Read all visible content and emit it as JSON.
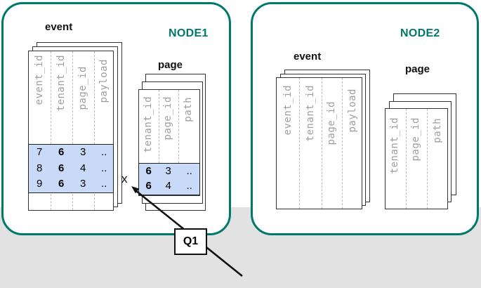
{
  "node1": {
    "title": "NODE1",
    "event_table": {
      "label": "event",
      "columns": [
        "event_id",
        "tenant_id",
        "page_id",
        "payload"
      ],
      "rows": [
        [
          "7",
          "6",
          "3",
          ".."
        ],
        [
          "8",
          "6",
          "4",
          ".."
        ],
        [
          "9",
          "6",
          "3",
          ".."
        ]
      ]
    },
    "page_table": {
      "label": "page",
      "columns": [
        "tenant_id",
        "page_id",
        "path"
      ],
      "rows": [
        [
          "6",
          "3",
          ".."
        ],
        [
          "6",
          "4",
          ".."
        ]
      ]
    },
    "join_marker": "x"
  },
  "node2": {
    "title": "NODE2",
    "event_table": {
      "label": "event",
      "columns": [
        "event_id",
        "tenant_id",
        "page_id",
        "payload"
      ]
    },
    "page_table": {
      "label": "page",
      "columns": [
        "tenant_id",
        "page_id",
        "path"
      ]
    }
  },
  "query": {
    "label": "Q1"
  },
  "colors": {
    "node_border_teal": "#00796b",
    "node_title_teal": "#00796b",
    "row_highlight_blue": "#c9daf8",
    "background_band_gray": "#e2e2e2",
    "sheet_border": "#333333",
    "column_label_gray": "#9e9e9e"
  }
}
